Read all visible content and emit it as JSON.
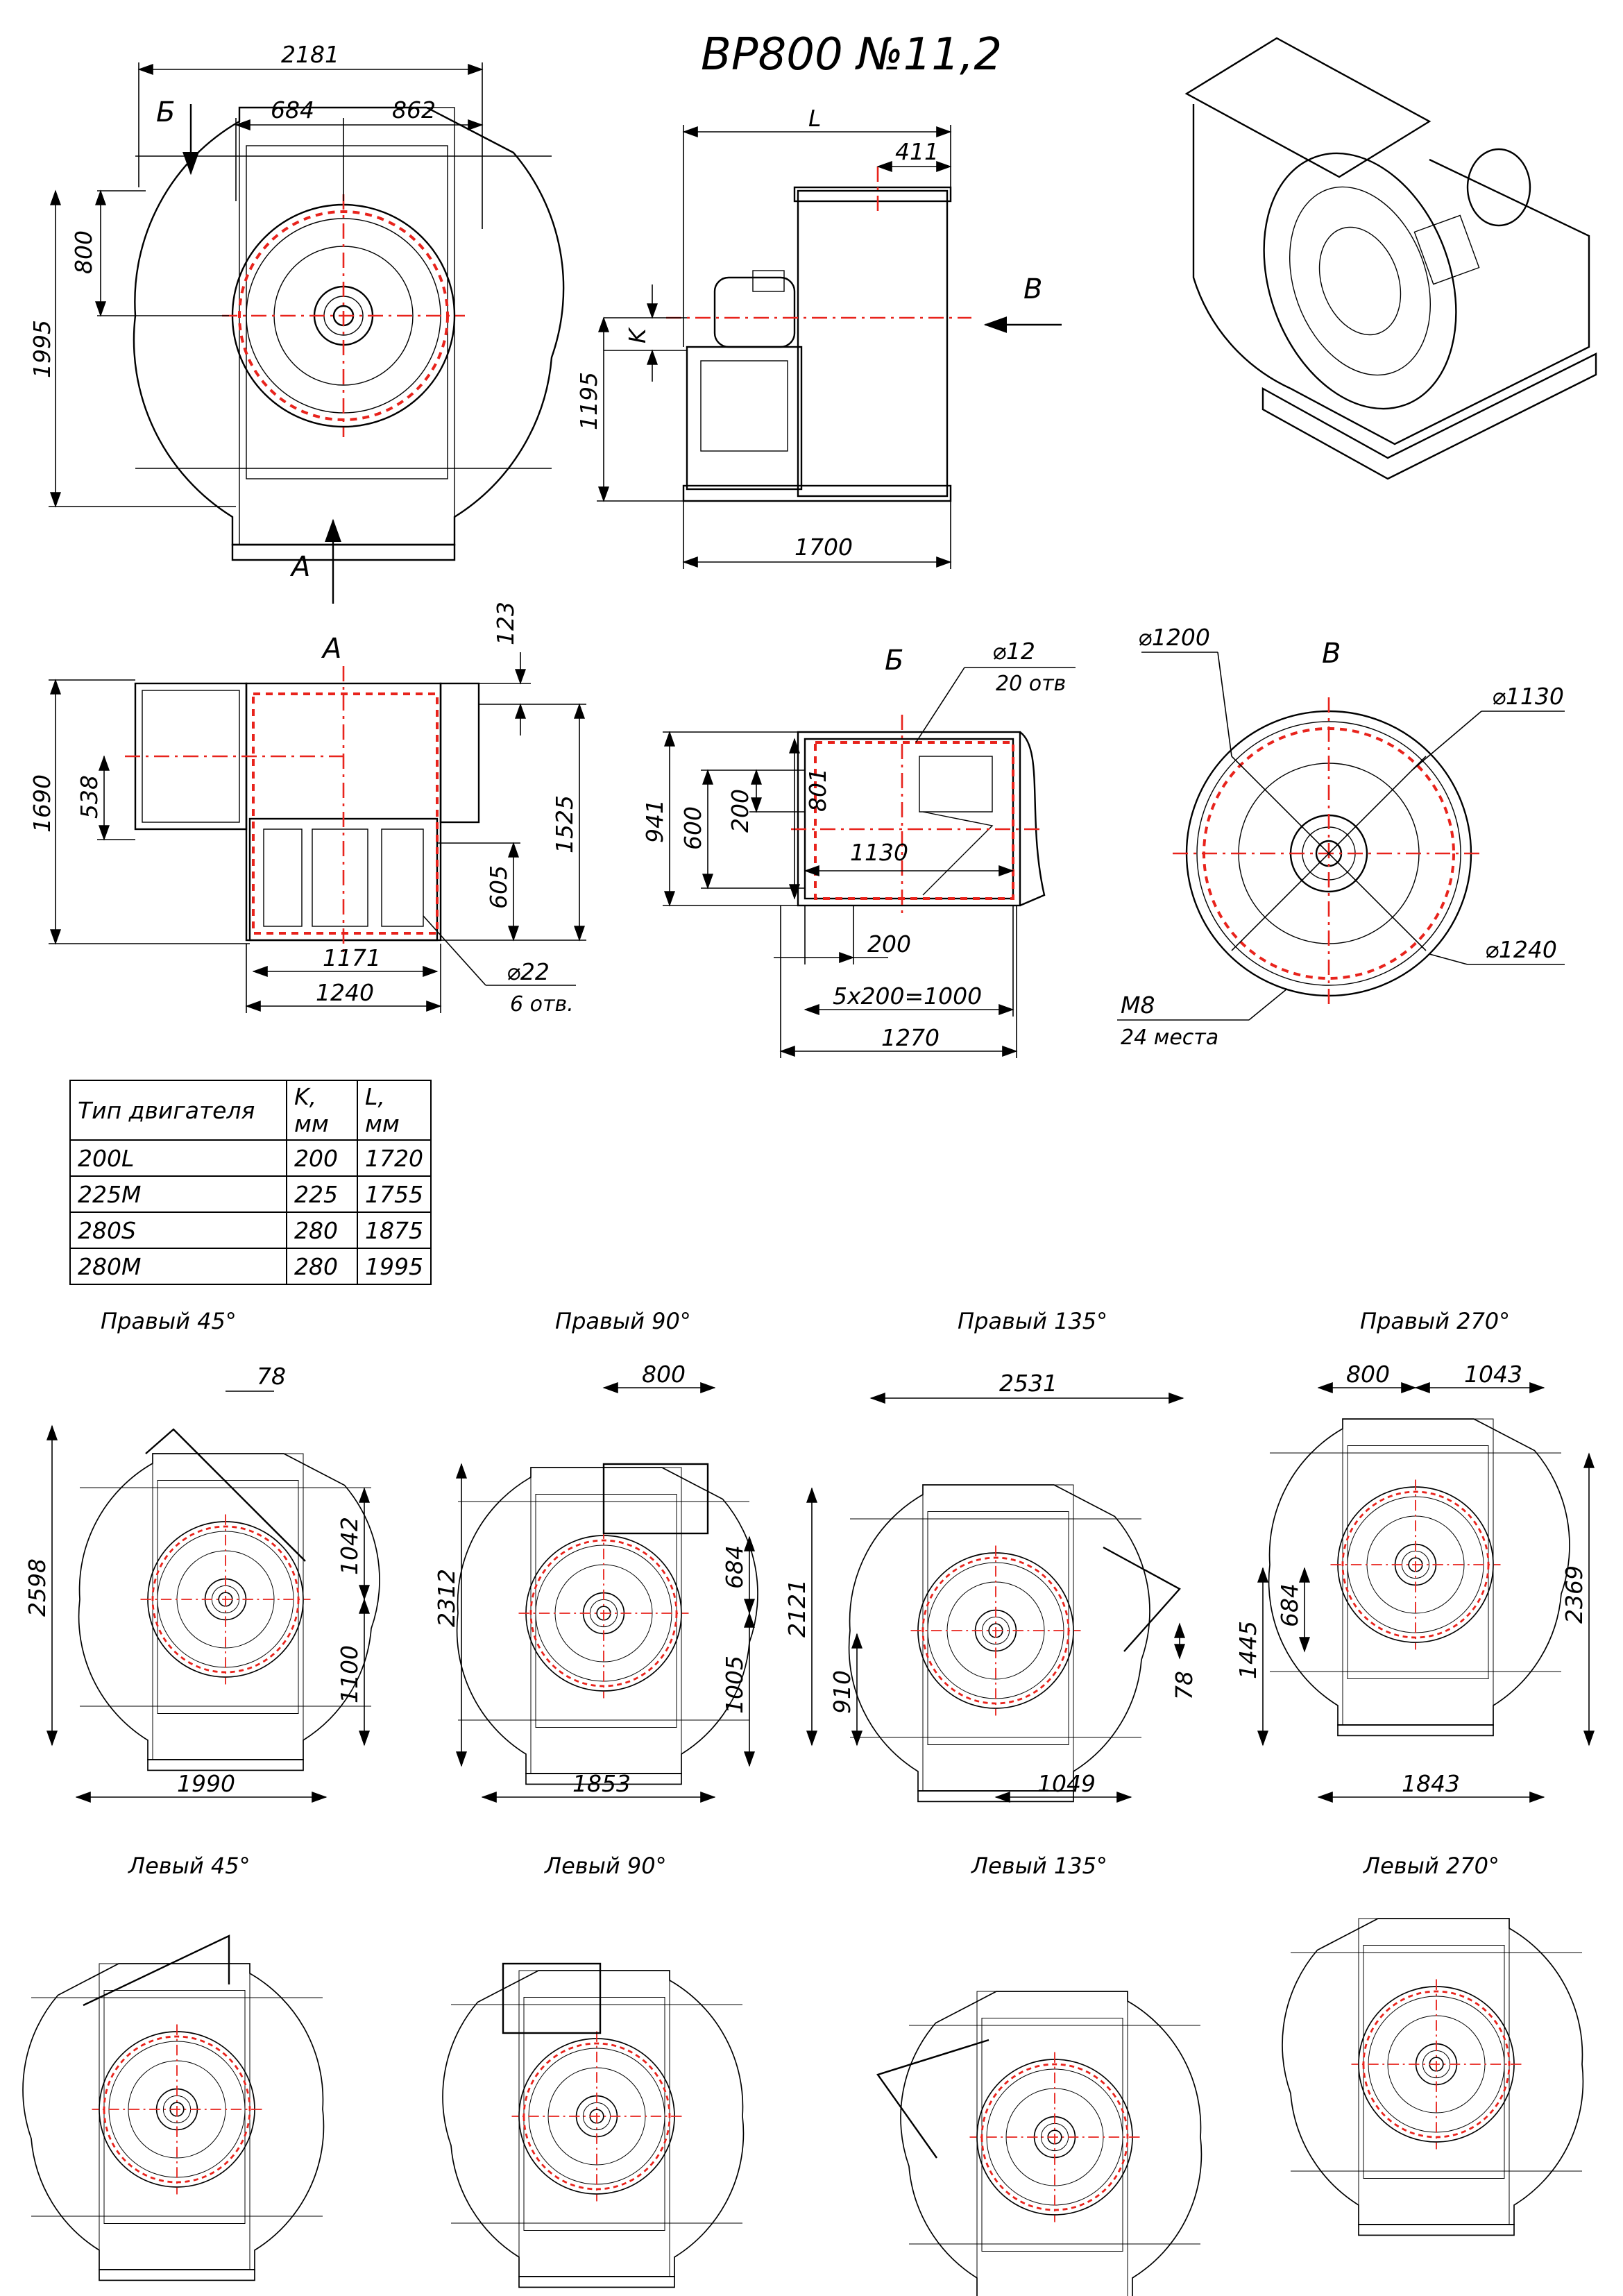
{
  "title": "ВР800 №11,2",
  "dims_top_front": {
    "d2181": "2181",
    "d684": "684",
    "d862": "862",
    "d800": "800",
    "d1995": "1995",
    "lbl_b": "Б",
    "lbl_a": "А"
  },
  "dims_top_side": {
    "L": "L",
    "d411": "411",
    "K": "K",
    "d1195": "1195",
    "d1700": "1700",
    "lbl_v": "В"
  },
  "view_a": {
    "label": "А",
    "d123": "123",
    "d1690": "1690",
    "d538": "538",
    "d1525": "1525",
    "d605": "605",
    "d1171": "1171",
    "d1240": "1240",
    "hole": "⌀22",
    "hole_count": "6 отв."
  },
  "view_b": {
    "label": "Б",
    "hole": "⌀12",
    "hole_count": "20 отв",
    "d941": "941",
    "d600": "600",
    "d200a": "200",
    "d801": "801",
    "d1130": "1130",
    "d200b": "200",
    "d5x200": "5x200=1000",
    "d1270": "1270"
  },
  "view_v": {
    "label": "В",
    "d1200": "⌀1200",
    "d1130": "⌀1130",
    "d1240": "⌀1240",
    "bolt": "M8",
    "bolt_count": "24 места"
  },
  "motor_table": {
    "headers": [
      "Тип двигателя",
      "K, мм",
      "L, мм"
    ],
    "rows": [
      [
        "200L",
        "200",
        "1720"
      ],
      [
        "225M",
        "225",
        "1755"
      ],
      [
        "280S",
        "280",
        "1875"
      ],
      [
        "280M",
        "280",
        "1995"
      ]
    ]
  },
  "right_views": [
    {
      "label": "Правый 45°",
      "dims": [
        "78",
        "2598",
        "1042",
        "1100",
        "1990"
      ]
    },
    {
      "label": "Правый 90°",
      "dims": [
        "800",
        "2312",
        "684",
        "1005",
        "1853"
      ]
    },
    {
      "label": "Правый 135°",
      "dims": [
        "2531",
        "2121",
        "910",
        "78",
        "1049"
      ]
    },
    {
      "label": "Правый 270°",
      "dims": [
        "800",
        "1043",
        "1445",
        "684",
        "2369",
        "1843"
      ]
    }
  ],
  "left_views": [
    {
      "label": "Левый 45°"
    },
    {
      "label": "Левый 90°"
    },
    {
      "label": "Левый 135°"
    },
    {
      "label": "Левый 270°"
    }
  ],
  "colors": {
    "outline": "#000000",
    "centerline": "#e8231c"
  }
}
